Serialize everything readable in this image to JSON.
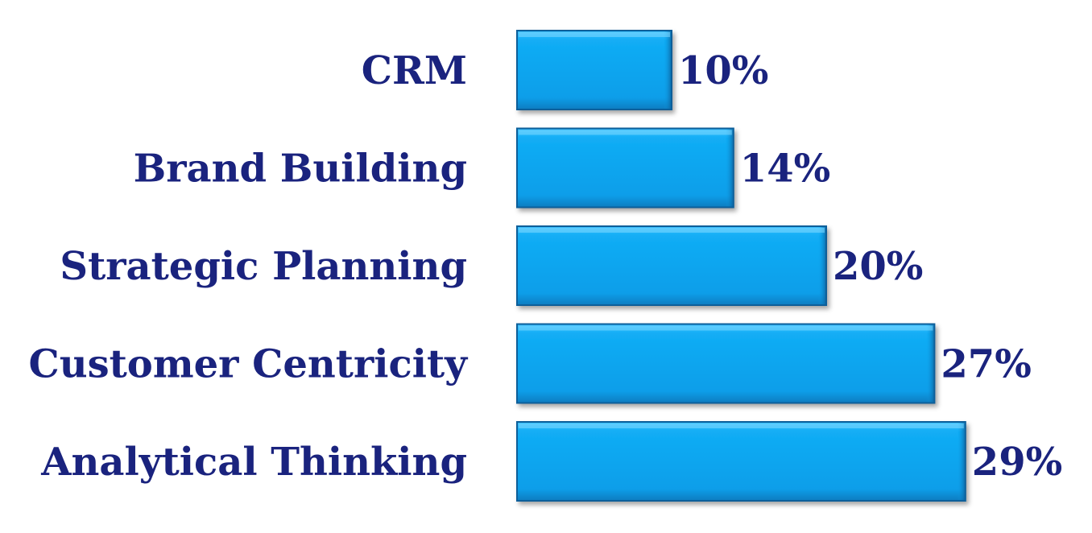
{
  "chart_data": {
    "type": "bar",
    "orientation": "horizontal",
    "categories": [
      "CRM",
      "Brand Building",
      "Strategic Planning",
      "Customer Centricity",
      "Analytical Thinking"
    ],
    "values": [
      10,
      14,
      20,
      27,
      29
    ],
    "value_labels": [
      "10%",
      "14%",
      "20%",
      "27%",
      "29%"
    ],
    "title": "",
    "xlabel": "",
    "ylabel": "",
    "xlim": [
      0,
      29
    ],
    "grid": false,
    "legend": "none",
    "colors": {
      "bar_fill": "#0aa4ef",
      "bar_border": "#0a5f9a",
      "label_text": "#1a237e"
    }
  }
}
